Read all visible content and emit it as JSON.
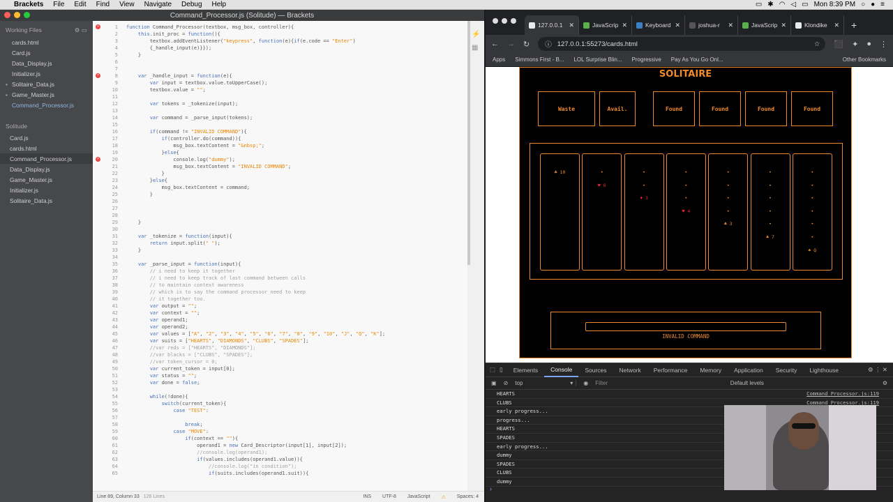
{
  "menubar": {
    "app": "Brackets",
    "items": [
      "File",
      "Edit",
      "Find",
      "View",
      "Navigate",
      "Debug",
      "Help"
    ],
    "clock": "Mon 8:39 PM"
  },
  "brackets": {
    "title": "Command_Processor.js (Solitude) — Brackets",
    "working_files_label": "Working Files",
    "working_files": [
      "cards.html",
      "Card.js",
      "Data_Display.js",
      "Initializer.js",
      "Solitaire_Data.js",
      "Game_Master.js",
      "Command_Processor.js"
    ],
    "project_label": "Solitude",
    "project_files": [
      "Card.js",
      "cards.html",
      "Command_Processor.js",
      "Data_Display.js",
      "Game_Master.js",
      "Initializer.js",
      "Solitaire_Data.js"
    ],
    "status": {
      "position": "Line 89, Column 33",
      "lines": "126 Lines",
      "ins": "INS",
      "encoding": "UTF-8",
      "language": "JavaScript",
      "spaces": "Spaces: 4"
    },
    "code_lines": [
      "function Command_Processor(textbox, msg_box, controller){",
      "    this.init_proc = function(){",
      "        textbox.addEventListener(\"keypress\", function(e){if(e.code == \"Enter\")",
      "        {_handle_input(e)}});",
      "    }",
      "",
      "",
      "    var _handle_input = function(e){",
      "        var input = textbox.value.toUpperCase();",
      "        textbox.value = \"\";",
      "",
      "        var tokens = _tokenize(input);",
      "",
      "        var command = _parse_input(tokens);",
      "",
      "        if(command != \"INVALID COMMAND\"){",
      "            if(controller.do(command)){",
      "                msg_box.textContent = \"&nbsp;\";",
      "            }else{",
      "                console.log(\"dummy\");",
      "                msg_box.textContent = \"INVALID COMMAND\";",
      "            }",
      "        }else{",
      "            msg_box.textContent = command;",
      "        }",
      "",
      "",
      "",
      "    }",
      "",
      "    var _tokenize = function(input){",
      "        return input.split(\" \");",
      "    }",
      "",
      "    var _parse_input = function(input){",
      "        // i need to keep it together",
      "        // i need to keep track of last command between calls",
      "        // to maintain context awareness",
      "        // which is to say the command processor need to keep",
      "        // it together too.",
      "        var output = \"\";",
      "        var context = \"\";",
      "        var operand1;",
      "        var operand2;",
      "        var values = [\"A\", \"2\", \"3\", \"4\", \"5\", \"6\", \"7\", \"8\", \"9\", \"10\", \"J\", \"Q\", \"K\"];",
      "        var suits = [\"HEARTS\", \"DIAMONDS\", \"CLUBS\", \"SPADES\"];",
      "        //var reds = [\"HEARTS\", \"DIAMONDS\"];",
      "        //var blacks = [\"CLUBS\", \"SPADES\"];",
      "        //var token_cursor = 0;",
      "        var current_token = input[0];",
      "        var status = \"\";",
      "        var done = false;",
      "",
      "        while(!done){",
      "            switch(current_token){",
      "                case \"TEST\":",
      "",
      "                    break;",
      "                case \"MOVE\":",
      "                    if(context == \"\"){",
      "                        operand1 = new Card_Descriptor(input[1], input[2]);",
      "                        //console.log(operand1);",
      "                        if(values.includes(operand1.value)){",
      "                            //console.log(\"in condition\");",
      "                            if(suits.includes(operand1.suit)){"
    ],
    "error_lines": [
      1,
      8,
      20
    ]
  },
  "chrome": {
    "tabs": [
      {
        "label": "127.0.0.1",
        "color": "#e8eaed"
      },
      {
        "label": "JavaScrip",
        "color": "#5ab04a"
      },
      {
        "label": "Keyboard",
        "color": "#3b82c4"
      },
      {
        "label": "joshua-r",
        "color": "#555555"
      },
      {
        "label": "JavaScrip",
        "color": "#5ab04a"
      },
      {
        "label": "Klondike",
        "color": "#e8eaed"
      }
    ],
    "url": "127.0.0.1:55273/cards.html",
    "bookmarks": [
      "Apps",
      "Simmons First - B...",
      "LOL Surprise Blin...",
      "Progressive",
      "Pay As You Go Onl...",
      "Other Bookmarks"
    ]
  },
  "game": {
    "title": "SOLITAIRE",
    "top": [
      "Waste",
      "Avail.",
      "Found",
      "Found",
      "Found",
      "Found"
    ],
    "columns": [
      [
        {
          "t": "♣ 10",
          "r": false
        }
      ],
      [
        {
          "t": "•",
          "r": false
        },
        {
          "t": "♥ 6",
          "r": true
        }
      ],
      [
        {
          "t": "•",
          "r": false
        },
        {
          "t": "•",
          "r": false
        },
        {
          "t": "♦ 3",
          "r": true
        }
      ],
      [
        {
          "t": "•",
          "r": false
        },
        {
          "t": "•",
          "r": false
        },
        {
          "t": "•",
          "r": false
        },
        {
          "t": "♥ 4",
          "r": true
        }
      ],
      [
        {
          "t": "•",
          "r": false
        },
        {
          "t": "•",
          "r": false
        },
        {
          "t": "•",
          "r": false
        },
        {
          "t": "•",
          "r": false
        },
        {
          "t": "♣ 3",
          "r": false
        }
      ],
      [
        {
          "t": "•",
          "r": false
        },
        {
          "t": "•",
          "r": false
        },
        {
          "t": "•",
          "r": false
        },
        {
          "t": "•",
          "r": false
        },
        {
          "t": "•",
          "r": false
        },
        {
          "t": "♣ 7",
          "r": false
        }
      ],
      [
        {
          "t": "•",
          "r": false
        },
        {
          "t": "•",
          "r": false
        },
        {
          "t": "•",
          "r": false
        },
        {
          "t": "•",
          "r": false
        },
        {
          "t": "•",
          "r": false
        },
        {
          "t": "•",
          "r": false
        },
        {
          "t": "♠ Q",
          "r": false
        }
      ]
    ],
    "message": "INVALID COMMAND"
  },
  "devtools": {
    "tabs": [
      "Elements",
      "Console",
      "Sources",
      "Network",
      "Performance",
      "Memory",
      "Application",
      "Security",
      "Lighthouse"
    ],
    "active_tab": "Console",
    "context": "top",
    "filter_placeholder": "Filter",
    "levels": "Default levels",
    "logs": [
      {
        "text": "HEARTS",
        "src": "Command_Processor.js:119"
      },
      {
        "text": "CLUBS",
        "src": "Command_Processor.js:119"
      },
      {
        "text": "early progress...",
        "src": ""
      },
      {
        "text": "progress...",
        "src": ""
      },
      {
        "text": "HEARTS",
        "src": ""
      },
      {
        "text": "SPADES",
        "src": ""
      },
      {
        "text": "early progress...",
        "src": ""
      },
      {
        "text": "dummy",
        "src": ""
      },
      {
        "text": "SPADES",
        "src": ""
      },
      {
        "text": "CLUBS",
        "src": ""
      },
      {
        "text": "dummy",
        "src": ""
      }
    ]
  }
}
